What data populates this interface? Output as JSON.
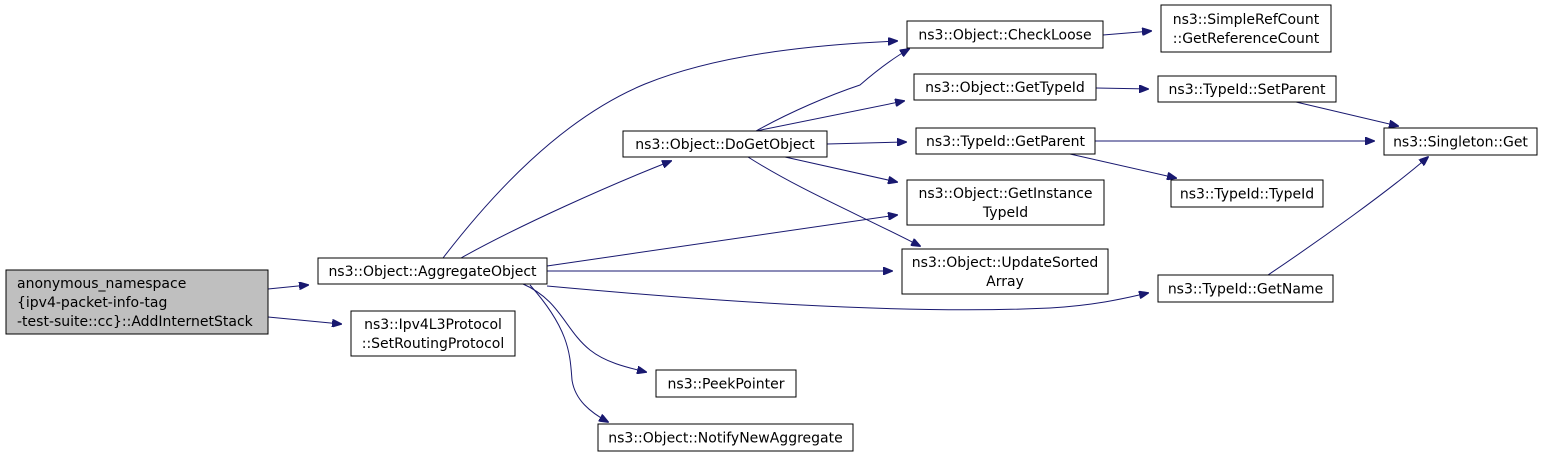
{
  "colors": {
    "edge": "#191970",
    "node_fill": "#ffffff",
    "root_fill": "#bfbfbf",
    "border": "#000000"
  },
  "nodes": [
    {
      "id": "root",
      "lines": [
        "anonymous_namespace",
        "{ipv4-packet-info-tag",
        "-test-suite::cc}::AddInternetStack"
      ]
    },
    {
      "id": "aggregate",
      "lines": [
        "ns3::Object::AggregateObject"
      ]
    },
    {
      "id": "setrouting",
      "lines": [
        "ns3::Ipv4L3Protocol",
        "::SetRoutingProtocol"
      ]
    },
    {
      "id": "dogetobject",
      "lines": [
        "ns3::Object::DoGetObject"
      ]
    },
    {
      "id": "checkloose",
      "lines": [
        "ns3::Object::CheckLoose"
      ]
    },
    {
      "id": "gettypeid",
      "lines": [
        "ns3::Object::GetTypeId"
      ]
    },
    {
      "id": "getparent",
      "lines": [
        "ns3::TypeId::GetParent"
      ]
    },
    {
      "id": "getinstance",
      "lines": [
        "ns3::Object::GetInstance",
        "TypeId"
      ]
    },
    {
      "id": "updatesorted",
      "lines": [
        "ns3::Object::UpdateSorted",
        "Array"
      ]
    },
    {
      "id": "peekpointer",
      "lines": [
        "ns3::PeekPointer"
      ]
    },
    {
      "id": "notifynew",
      "lines": [
        "ns3::Object::NotifyNewAggregate"
      ]
    },
    {
      "id": "refcount",
      "lines": [
        "ns3::SimpleRefCount",
        "::GetReferenceCount"
      ]
    },
    {
      "id": "setparent",
      "lines": [
        "ns3::TypeId::SetParent"
      ]
    },
    {
      "id": "typeid",
      "lines": [
        "ns3::TypeId::TypeId"
      ]
    },
    {
      "id": "getname",
      "lines": [
        "ns3::TypeId::GetName"
      ]
    },
    {
      "id": "singleton",
      "lines": [
        "ns3::Singleton::Get"
      ]
    }
  ],
  "edges": [
    [
      "root",
      "aggregate"
    ],
    [
      "root",
      "setrouting"
    ],
    [
      "aggregate",
      "checkloose"
    ],
    [
      "aggregate",
      "dogetobject"
    ],
    [
      "aggregate",
      "getinstance"
    ],
    [
      "aggregate",
      "updatesorted"
    ],
    [
      "aggregate",
      "getname"
    ],
    [
      "aggregate",
      "peekpointer"
    ],
    [
      "aggregate",
      "notifynew"
    ],
    [
      "dogetobject",
      "checkloose"
    ],
    [
      "dogetobject",
      "gettypeid"
    ],
    [
      "dogetobject",
      "getparent"
    ],
    [
      "dogetobject",
      "getinstance"
    ],
    [
      "dogetobject",
      "updatesorted"
    ],
    [
      "checkloose",
      "refcount"
    ],
    [
      "gettypeid",
      "setparent"
    ],
    [
      "setparent",
      "singleton"
    ],
    [
      "getparent",
      "singleton"
    ],
    [
      "getparent",
      "typeid"
    ],
    [
      "getname",
      "singleton"
    ]
  ]
}
